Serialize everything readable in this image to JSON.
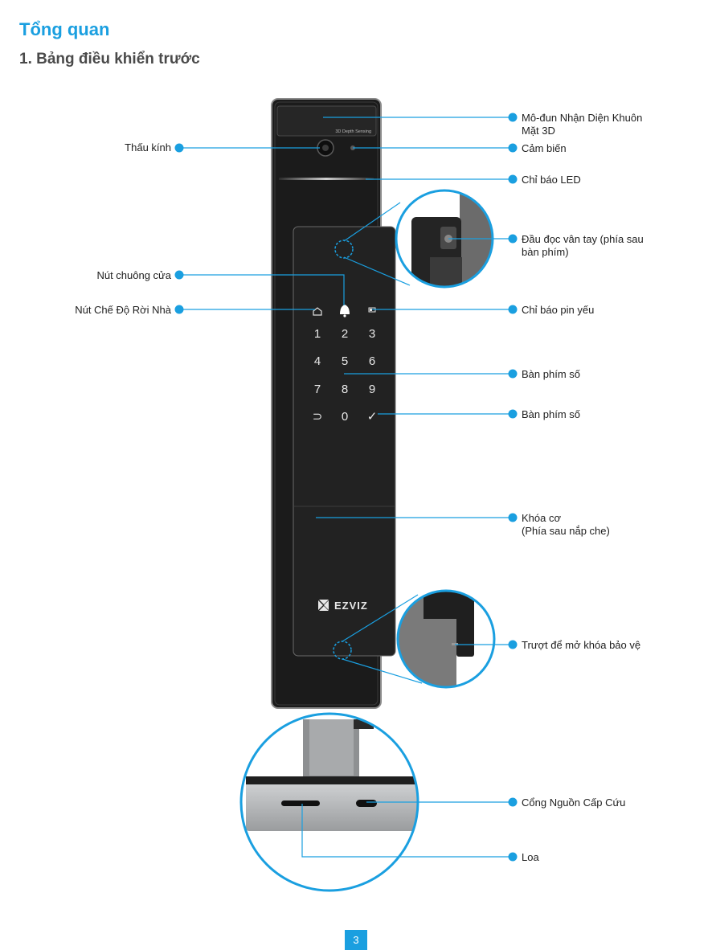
{
  "heading": "Tổng quan",
  "subheading": "1. Bảng điều khiển trước",
  "device": {
    "sensor_strip_text": "3D Depth Sensing",
    "brand": "EZVIZ",
    "keypad": [
      "1",
      "2",
      "3",
      "4",
      "5",
      "6",
      "7",
      "8",
      "9",
      "⊃",
      "0",
      "✓"
    ]
  },
  "labels_right": {
    "face_module": "Mô-đun Nhận Diện Khuôn Mặt 3D",
    "sensor": "Cảm biến",
    "led": "Chỉ báo LED",
    "fingerprint": "Đầu đọc vân tay (phía sau bàn phím)",
    "low_battery": "Chỉ báo pin yếu",
    "keypad_1": "Bàn phím số",
    "keypad_2": "Bàn phím số",
    "mech_key": "Khóa cơ\n(Phía sau nắp che)",
    "slide": "Trượt để mở khóa bảo vệ",
    "emergency_power": "Cổng Nguồn Cấp Cứu",
    "speaker": "Loa"
  },
  "labels_left": {
    "lens": "Thấu kính",
    "doorbell": "Nút chuông cửa",
    "away_mode": "Nút Chế Độ Rời Nhà"
  },
  "page_number": "3",
  "colors": {
    "accent": "#1a9fe0",
    "text": "#1e1e1e",
    "device": "#1b1b1b"
  }
}
